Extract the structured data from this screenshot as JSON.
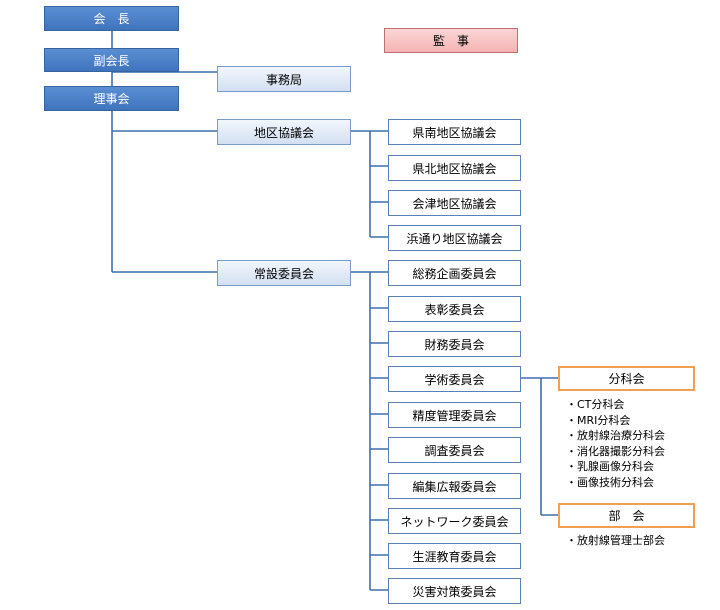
{
  "top": {
    "president": "会　長",
    "vice_president": "副会長",
    "board": "理事会",
    "secretariat": "事務局",
    "auditor": "監　事"
  },
  "regional": {
    "label": "地区協議会",
    "items": [
      "県南地区協議会",
      "県北地区協議会",
      "会津地区協議会",
      "浜通り地区協議会"
    ]
  },
  "standing": {
    "label": "常設委員会",
    "items": [
      "総務企画委員会",
      "表彰委員会",
      "財務委員会",
      "学術委員会",
      "精度管理委員会",
      "調査委員会",
      "編集広報委員会",
      "ネットワーク委員会",
      "生涯教育委員会",
      "災害対策委員会"
    ]
  },
  "subcommittees": {
    "label": "分科会",
    "items": [
      "・CT分科会",
      "・MRI分科会",
      "・放射線治療分科会",
      "・消化器撮影分科会",
      "・乳腺画像分科会",
      "・画像技術分科会"
    ]
  },
  "sections": {
    "label": "部　会",
    "items": [
      "・放射線管理士部会"
    ]
  },
  "colors": {
    "line": "#3f6fae",
    "orange_line": "#f0a050"
  }
}
